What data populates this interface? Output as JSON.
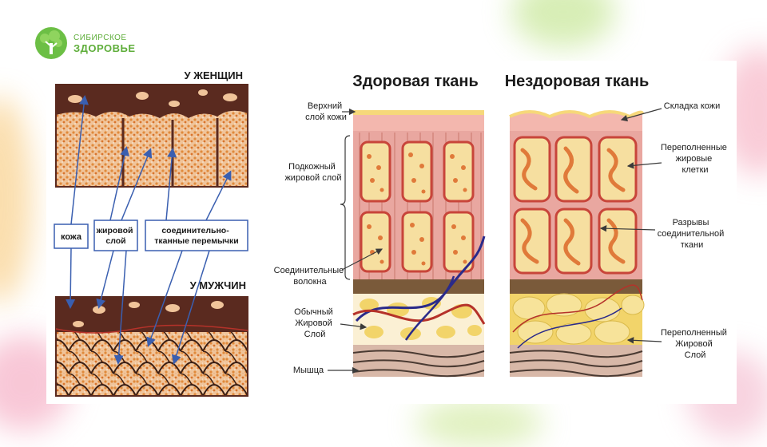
{
  "brand": {
    "line1": "СИБИРСКОЕ",
    "line2": "ЗДОРОВЬЕ",
    "color": "#5fae3b"
  },
  "left_figure": {
    "women_title": "У ЖЕНЩИН",
    "men_title": "У МУЖЧИН",
    "label_skin": "кожа",
    "label_fat": "жировой\nслой",
    "label_connective": "соединительно-\nтканные перемычки"
  },
  "right_figure": {
    "title_healthy": "Здоровая ткань",
    "title_unhealthy": "Нездоровая ткань",
    "label_upper_skin": "Верхний\nслой кожи",
    "label_subcutaneous": "Подкожный\nжировой слой",
    "label_connective_fibers": "Соединительные\nволокна",
    "label_normal_fat": "Обычный\nЖировой\nСлой",
    "label_muscle": "Мышца",
    "label_skin_fold": "Складка кожи",
    "label_overfilled_cells": "Переполненные\nжировые\nклетки",
    "label_tissue_breaks": "Разрывы\nсоединительной\nткани",
    "label_overfilled_layer": "Переполненный\nЖировой\nСлой"
  },
  "colors": {
    "skin_dark": "#5a2a1f",
    "fat_orange": "#e8a15a",
    "arrow_blue": "#3a5fb0",
    "tissue_pink": "#e9a7a0",
    "fat_cell_fill": "#f6dfa0",
    "fat_cell_border": "#c8453a",
    "fat_globule": "#e07a3a",
    "fat_yellow": "#f2d46a",
    "vessel_blue": "#2a2a8a",
    "vessel_red": "#b5322a",
    "muscle": "#d8b8a8"
  }
}
